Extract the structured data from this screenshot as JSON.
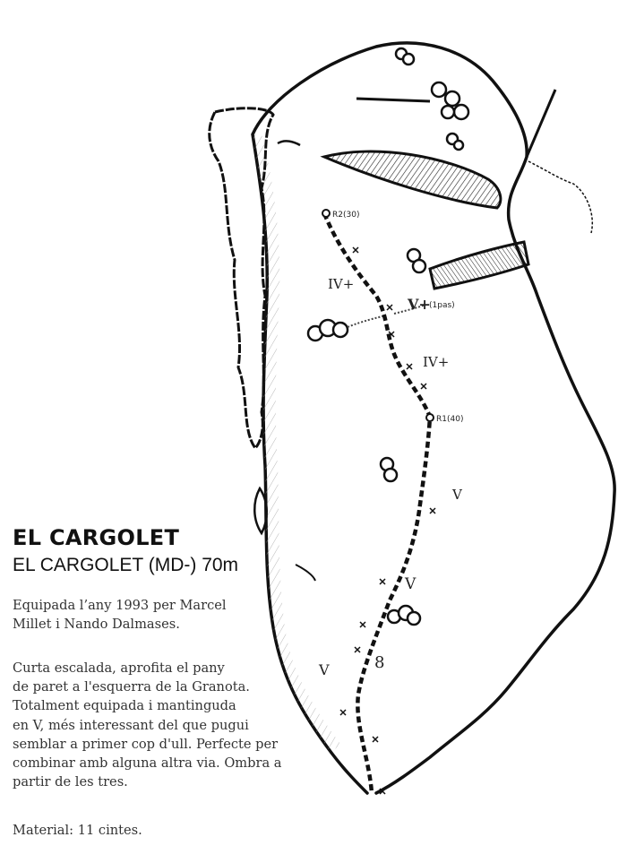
{
  "route": {
    "title": "EL CARGOLET",
    "subtitle": "EL CARGOLET (MD-) 70m",
    "description": [
      "Equipada l’any 1993 per Marcel\nMillet i Nando Dalmases.",
      "Curta escalada, aprofita el pany\nde paret a l'esquerra de la Granota.\nTotalment equipada i mantinguda\nen V, més interessant del que pugui\nsemblar a primer cop d'ull. Perfecte per\ncombinar amb alguna altra via. Ombra a\npartir de les tres.",
      "Material: 11 cintes."
    ]
  },
  "topo": {
    "belays": [
      {
        "label": "R2(30)"
      },
      {
        "label": "R1(40)"
      }
    ],
    "grades": [
      "IV+",
      "V+",
      "(1pas)",
      "IV+",
      "V",
      "V",
      "V"
    ]
  }
}
